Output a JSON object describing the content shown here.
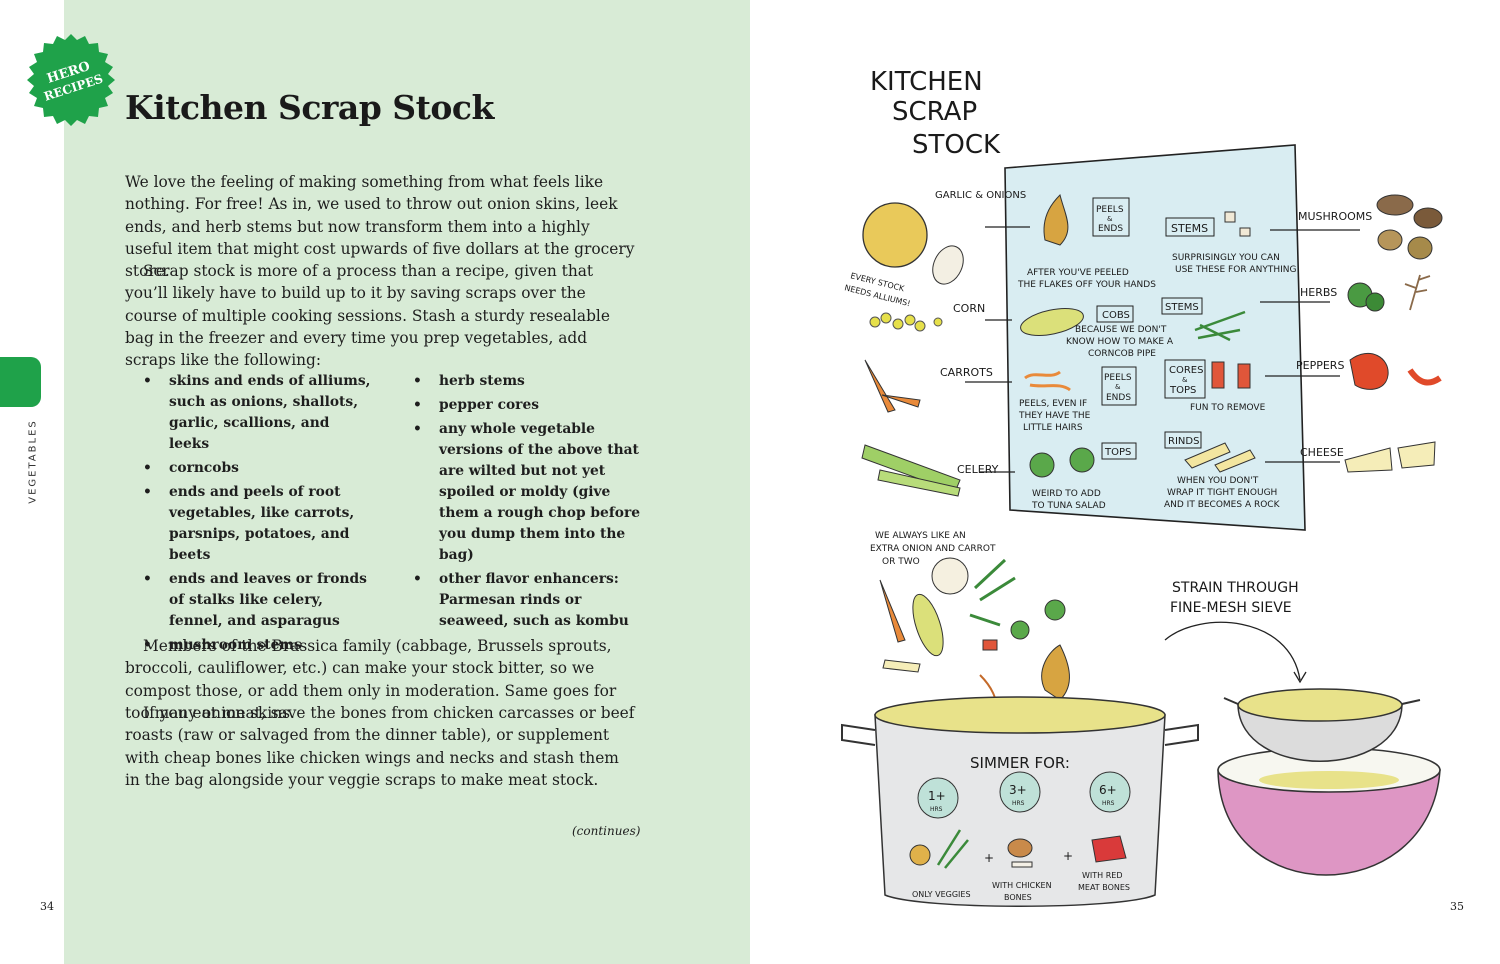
{
  "badge": {
    "line1": "HERO",
    "line2": "RECIPES"
  },
  "title": "Kitchen Scrap Stock",
  "section_label": "VEGETABLES",
  "paragraphs": {
    "p1": "We love the feeling of making something from what feels like nothing. For free! As in, we used to throw out onion skins, leek ends, and herb stems but now transform them into a highly useful item that might cost upwards of five dollars at the grocery store.",
    "p2": "Scrap stock is more of a process than a recipe, given that you’ll likely have to build up to it by saving scraps over the course of multiple cooking sessions. Stash a sturdy resealable bag in the freezer and every time you prep vegetables, add scraps like the following:",
    "p3": "Members of the Brassica family (cabbage, Brussels sprouts, broccoli, cauliflower, etc.) can make your stock bitter, so we compost those, or add them only in moderation. Same goes for too many onion skins.",
    "p4": "If you eat meat, save the bones from chicken carcasses or beef roasts (raw or salvaged from the dinner table), or supplement with cheap bones like chicken wings and necks and stash them in the bag alongside your veggie scraps to make meat stock."
  },
  "bullets_left": [
    "skins and ends of alliums, such as onions, shallots, garlic, scallions, and leeks",
    "corncobs",
    "ends and peels of root vegetables, like carrots, parsnips, potatoes, and beets",
    "ends and leaves or fronds of stalks like celery, fennel, and asparagus",
    "mushroom stems"
  ],
  "bullets_right": [
    "herb stems",
    "pepper cores",
    "any whole vegetable versions of the above that are wilted but not yet spoiled or moldy (give them a rough chop before you dump them into the bag)",
    "other flavor enhancers: Parmesan rinds or seaweed, such as kombu"
  ],
  "continues": "(continues)",
  "page_left": "34",
  "page_right": "35",
  "illustration": {
    "title": [
      "KITCHEN",
      "SCRAP",
      "STOCK"
    ],
    "garlic_onions": "GARLIC & ONIONS",
    "every_stock": [
      "EVERY STOCK",
      "NEEDS ALLIUMS!"
    ],
    "peels_ends_1": [
      "PEELS",
      "&",
      "ENDS"
    ],
    "peeled_note": [
      "AFTER YOU'VE PEELED",
      "THE FLAKES OFF YOUR HANDS"
    ],
    "stems_tag": "STEMS",
    "mush_note": [
      "SURPRISINGLY YOU CAN",
      "USE THESE FOR ANYTHING"
    ],
    "mushrooms": "MUSHROOMS",
    "corn": "CORN",
    "cobs_tag": "COBS",
    "cobs_note": [
      "BECAUSE WE DON'T",
      "KNOW HOW TO MAKE A",
      "CORNCOB PIPE"
    ],
    "stems_tag2": "STEMS",
    "herbs": "HERBS",
    "carrots": "CARROTS",
    "peels_ends_2": [
      "PEELS",
      "&",
      "ENDS"
    ],
    "carrot_note": [
      "PEELS, EVEN IF",
      "THEY HAVE THE",
      "LITTLE HAIRS"
    ],
    "cores_tag": [
      "CORES",
      "&",
      "TOPS"
    ],
    "fun_note": "FUN TO REMOVE",
    "peppers": "PEPPERS",
    "celery": "CELERY",
    "tops_tag": "TOPS",
    "celery_note": [
      "WEIRD TO ADD",
      "TO TUNA SALAD"
    ],
    "rinds_tag": "RINDS",
    "rind_note": [
      "WHEN YOU DON'T",
      "WRAP IT TIGHT ENOUGH",
      "AND IT BECOMES A ROCK"
    ],
    "cheese": "CHEESE",
    "extra_note": [
      "WE ALWAYS LIKE AN",
      "EXTRA ONION AND CARROT",
      "OR TWO"
    ],
    "strain": [
      "STRAIN THROUGH",
      "FINE-MESH SIEVE"
    ],
    "simmer": "SIMMER FOR:",
    "time1": "1+",
    "time2": "3+",
    "time3": "6+",
    "hrs": "HRS",
    "plus": "+",
    "label1": "ONLY VEGGIES",
    "label2": [
      "WITH CHICKEN",
      "BONES"
    ],
    "label3": [
      "WITH RED",
      "MEAT BONES"
    ]
  },
  "colors": {
    "panel": "#d8ebd6",
    "accent_green": "#1fa24a",
    "pot_soup": "#e8e28a",
    "bowl": "#de96c4",
    "timer": "#bfe1d8"
  }
}
